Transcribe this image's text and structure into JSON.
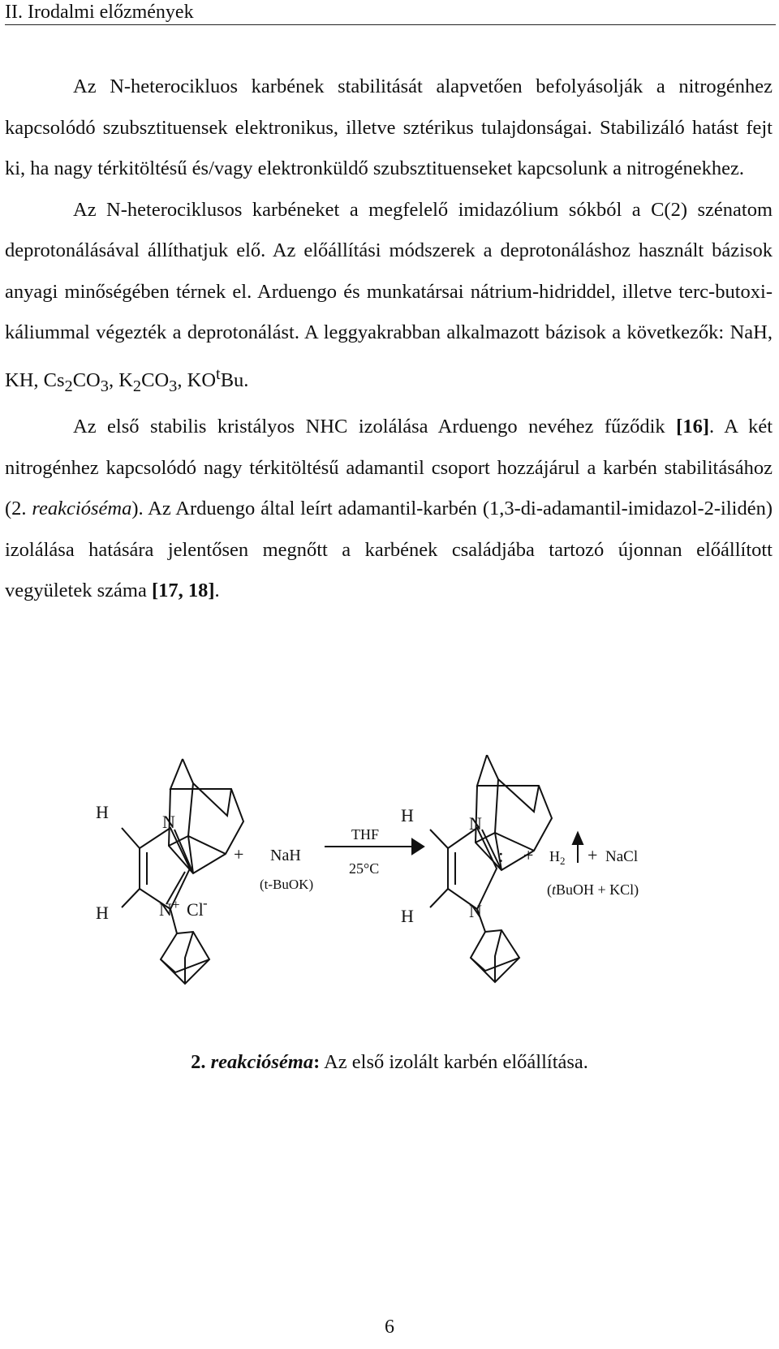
{
  "header": {
    "title": "II. Irodalmi előzmények"
  },
  "paragraphs": {
    "p1": "Az N-heterocikluos karbének stabilitását alapvetően befolyásolják a nitrogénhez kapcsolódó szubsztituensek elektronikus, illetve sztérikus tulajdonságai. Stabilizáló hatást fejt ki, ha nagy térkitöltésű és/vagy elektronküldő szubsztituenseket kapcsolunk a nitrogénekhez.",
    "p2": {
      "part1": "Az N-heterociklusos karbéneket a megfelelő imidazólium sókból a C(2) szénatom deprotonálásával állíthatjuk elő. Az előállítási módszerek a deprotonáláshoz használt bázisok anyagi minőségében térnek el. Arduengo és munkatársai nátrium-hidriddel, illetve terc-butoxi-káliummal végezték a deprotonálást. A leggyakrabban alkalmazott bázisok a következők: NaH, KH, Cs",
      "sub1": "2",
      "part2": "CO",
      "sub2": "3",
      "part3": ", K",
      "sub3": "2",
      "part4": "CO",
      "sub4": "3",
      "part5": ", KO",
      "sup1": "t",
      "part6": "Bu."
    },
    "p3": {
      "part1": "Az első stabilis kristályos NHC izolálása Arduengo nevéhez fűződik ",
      "ref1": "[16]",
      "part2": ". A két nitrogénhez kapcsolódó nagy térkitöltésű adamantil csoport hozzájárul a karbén stabilitásához (2. ",
      "italic1": "reakcióséma",
      "part3": "). Az Arduengo által leírt adamantil-karbén (1,3-di-adamantil-imidazol-2-ilidén) izolálása hatására jelentősen megnőtt a karbének családjába tartozó újonnan előállított vegyületek száma ",
      "ref2": "[17, 18]",
      "part4": "."
    }
  },
  "scheme": {
    "left": {
      "h_top": "H",
      "h_bottom": "H",
      "n_top": "N",
      "n_bottom": "N",
      "plus_charge": "+",
      "counterion": "Cl",
      "minus_charge": "-"
    },
    "plus1": "+",
    "reagent": "NaH",
    "reagent_alt": "(t-BuOK)",
    "condition_top": "THF",
    "condition_bottom": "25°C",
    "right": {
      "h_top": "H",
      "h_bottom": "H",
      "n_top": "N",
      "n_bottom": "N",
      "lone_pair": ":"
    },
    "plus2": "+",
    "h2": "H",
    "h2_sub": "2",
    "plus3": "+",
    "nacl": "NaCl",
    "byproduct_alt_open": "(",
    "byproduct_alt_italic": "t",
    "byproduct_alt_rest": "BuOH + KCl)"
  },
  "caption": {
    "number": "2.",
    "label": "reakcióséma",
    "colon": ":",
    "text": " Az első izolált karbén előállítása."
  },
  "page_number": "6"
}
